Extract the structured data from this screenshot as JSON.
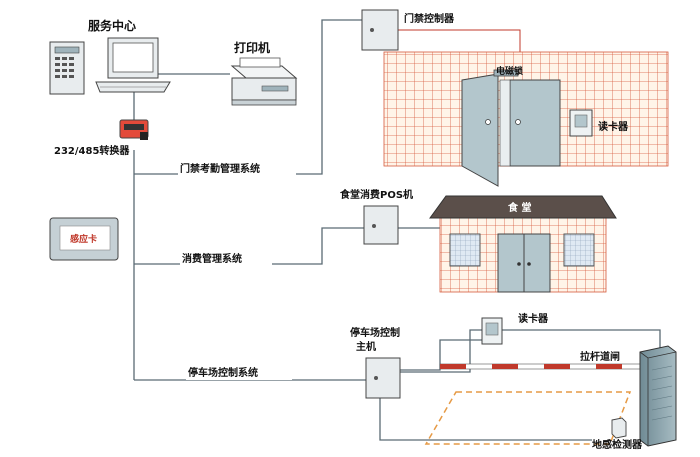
{
  "labels": {
    "service_center": "服务中心",
    "printer": "打印机",
    "converter": "232/485转换器",
    "access_controller": "门禁控制器",
    "em_lock": "电磁锁",
    "card_reader_door": "读卡器",
    "access_system": "门禁考勤管理系统",
    "card": "感应卡",
    "canteen_pos": "食堂消费POS机",
    "canteen_sign": "食 堂",
    "consumption_system": "消费管理系统",
    "parking_controller_line1": "停车场控制",
    "parking_controller_line2": "主机",
    "card_reader_parking": "读卡器",
    "barrier_gate": "拉杆道闸",
    "parking_system": "停车场控制系统",
    "loop_detector": "地感检测器"
  },
  "colors": {
    "grid_line": "#d65a3c",
    "grid_fill": "#fff4e8",
    "door_fill": "#b3c6cc",
    "device_fill": "#e8ecee",
    "boom_red": "#c0392b",
    "loop_orange": "#e69a45",
    "gate_cabinet": "#8aa1a9"
  }
}
